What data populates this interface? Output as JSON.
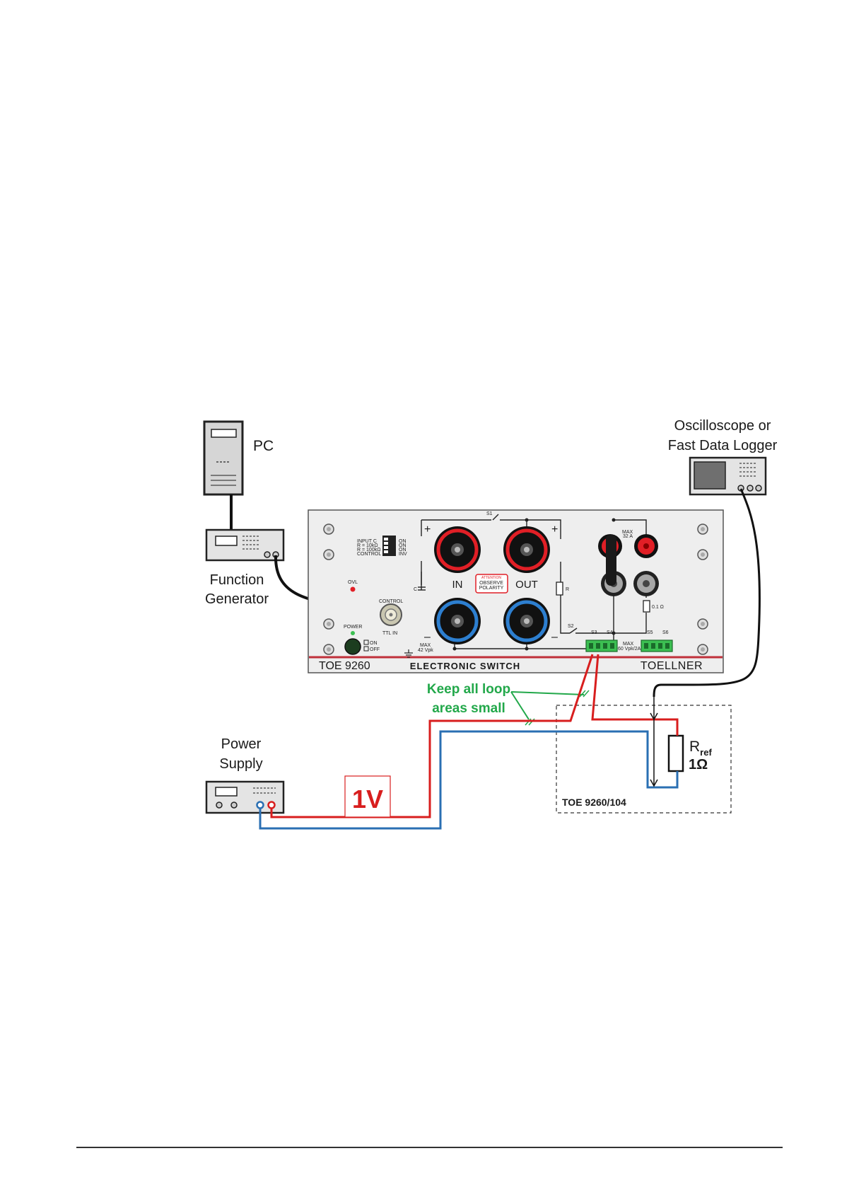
{
  "labels": {
    "pc": "PC",
    "function_generator": [
      "Function",
      "Generator"
    ],
    "oscilloscope": [
      "Oscilloscope or",
      "Fast Data Logger"
    ],
    "power_supply": [
      "Power",
      "Supply"
    ],
    "voltage": "1V",
    "loop_note": [
      "Keep all loop",
      "areas small"
    ],
    "rref_main": "R",
    "rref_sub": "ref",
    "rref_value": "1Ω",
    "test_box": "TOE 9260/104"
  },
  "device": {
    "model": "TOE 9260",
    "name": "ELECTRONIC SWITCH",
    "brand": "TOELLNER",
    "in": "IN",
    "out": "OUT",
    "plus": "+",
    "minus": "–",
    "s1": "S1",
    "s2": "S2",
    "c": "C",
    "r": "R",
    "input_rows": [
      "INPUT C",
      "R = 10kΩ",
      "R = 100kΩ",
      "CONTROL"
    ],
    "input_vals": [
      "ON",
      "ON",
      "ON",
      "INV"
    ],
    "ovl": "OVL",
    "control": "CONTROL",
    "ttl_in": "TTL IN",
    "power": "POWER",
    "on": "ON",
    "off": "OFF",
    "max_left": [
      "MAX",
      "42 Vpk"
    ],
    "attention": [
      "ATTENTION",
      "OBSERVE",
      "POLARITY"
    ],
    "max_32a": [
      "MAX",
      "32 A"
    ],
    "shunt": "0.1 Ω",
    "s3": "S3",
    "s4": "S4",
    "s5": "S5",
    "s6": "S6",
    "max_right": [
      "MAX",
      "60 Vpk/2A"
    ]
  },
  "colors": {
    "red_wire": "#d81e1e",
    "blue_wire": "#2a6fb3",
    "green_note": "#22a84a",
    "panel": "#eeeeee",
    "panel_stripe": "#c0303a"
  }
}
